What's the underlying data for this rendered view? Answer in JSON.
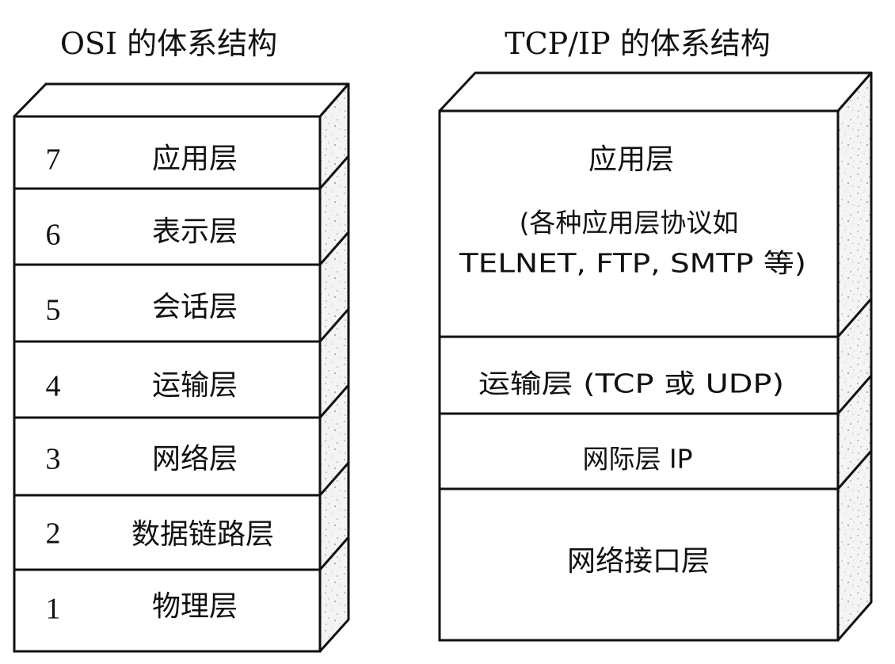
{
  "osi": {
    "title": "OSI 的体系结构",
    "layers": [
      {
        "number": "7",
        "name": "应用层"
      },
      {
        "number": "6",
        "name": "表示层"
      },
      {
        "number": "5",
        "name": "会话层"
      },
      {
        "number": "4",
        "name": "运输层"
      },
      {
        "number": "3",
        "name": "网络层"
      },
      {
        "number": "2",
        "name": "数据链路层"
      },
      {
        "number": "1",
        "name": "物理层"
      }
    ]
  },
  "tcpip": {
    "title": "TCP/IP 的体系结构",
    "layers": [
      {
        "name": "应用层",
        "detail_line1": "(各种应用层协议如",
        "detail_line2": "TELNET, FTP, SMTP 等)"
      },
      {
        "name": "运输层 (TCP 或 UDP)"
      },
      {
        "name": "网际层 IP"
      },
      {
        "name": "网络接口层"
      }
    ]
  }
}
